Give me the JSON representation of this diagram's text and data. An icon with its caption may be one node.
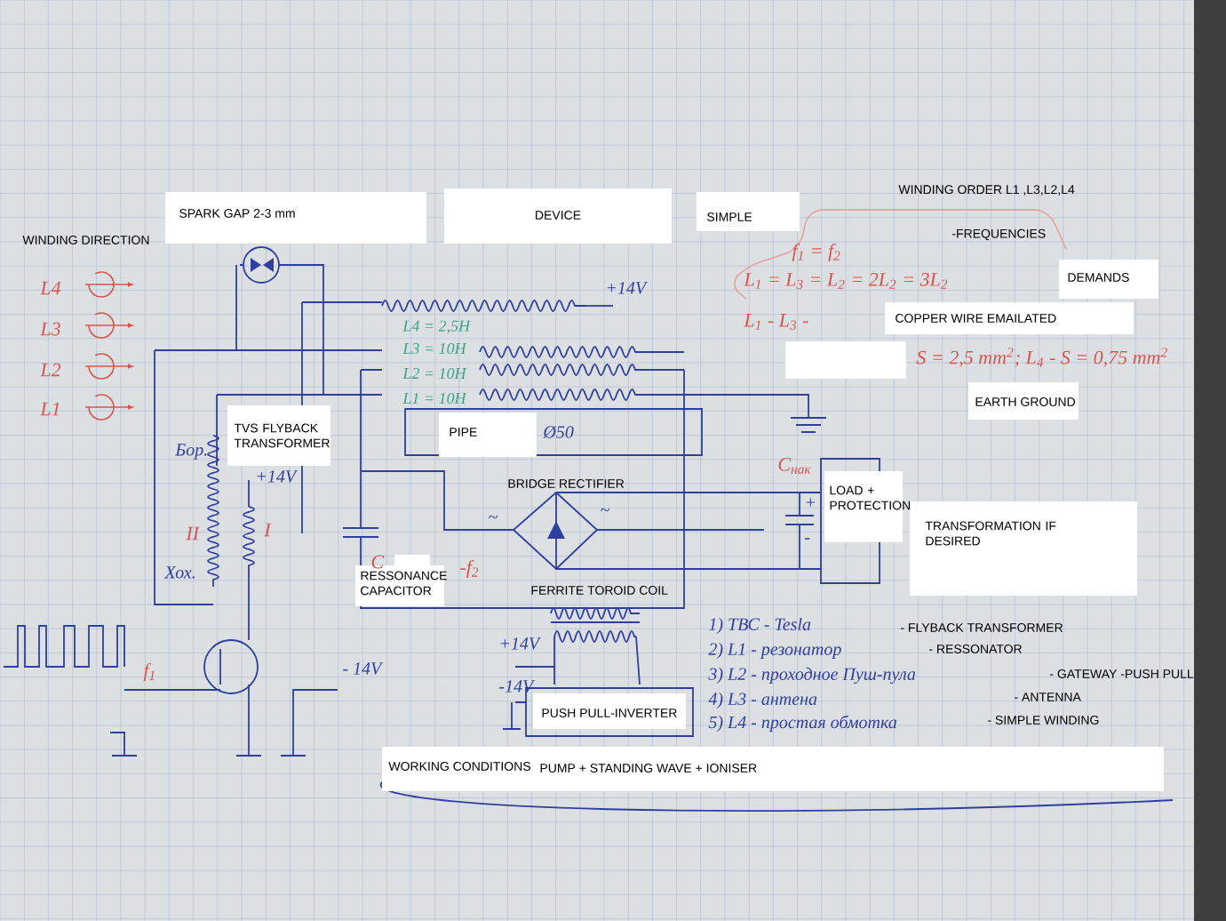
{
  "diagram": {
    "labels": [
      "WINDING DIRECTION",
      "SPARK GAP 2-3 mm",
      "DEVICE",
      "SIMPLE",
      "WINDING ORDER  L1 ,L3,L2,L4",
      "f$_{1}$ = f$_{2}$",
      "-FREQUENCIES",
      "L$_{1}$ = L$_{3}$ = L$_{2}$ = 2L$_{2}$ = 3L$_{2}$",
      "DEMANDS",
      "L$_{1}$ - L$_{3}$ -",
      "COPPER WIRE EMAILATED",
      "S = 2,5 mm$^{2}$; L$_{4}$ - S = 0,75 mm$^{2}$",
      "EARTH GROUND",
      "L4",
      "L3",
      "L2",
      "L1",
      "TVS FLYBACK TRANSFORMER",
      "Бор.",
      "+14V",
      "L4 = 2,5H",
      "+14V",
      "L3 = 10H",
      "L2 = 10H",
      "L1 = 10H",
      "PIPE",
      "Ø50",
      "BRIDGE   RECTIFIER",
      "~",
      "~",
      "II",
      "I",
      "C",
      "-f$_{2}$",
      "RESSONANCE CAPACITOR",
      "Хох.",
      "FERRITE TOROID COIL",
      "C$_{нак}$",
      "+",
      "-",
      "LOAD + PROTECTION",
      "TRANSFORMATION  IF DESIRED",
      "f$_{1}$",
      "+14V",
      "- 14V",
      "-14V",
      "PUSH PULL-INVERTER",
      "1) ТВС - Tesla",
      "- FLYBACK  TRANSFORMER",
      "2) L1 - резонатор",
      "- RESSONATOR",
      "3) L2 - проходное Пуш-пула",
      "- GATEWAY -PUSH PULL",
      "4) L3 - антена",
      "- ANTENNA",
      "5) L4 - простая обмотка",
      "- SIMPLE WINDING",
      "WORKING CONDITIONS",
      "PUMP + STANDING WAVE + IONISER"
    ]
  }
}
